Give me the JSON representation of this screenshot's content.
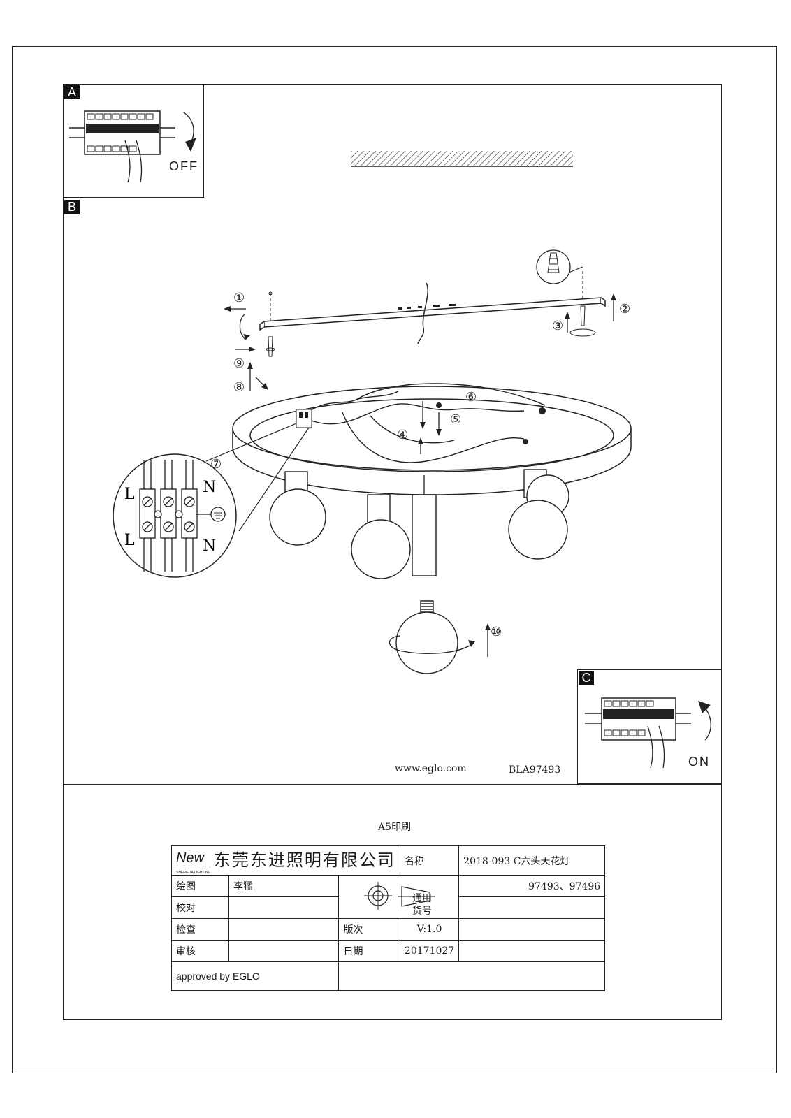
{
  "panels": {
    "a": {
      "label": "A",
      "switch_text": "OFF"
    },
    "b": {
      "label": "B"
    },
    "c": {
      "label": "C",
      "switch_text": "ON"
    }
  },
  "steps": [
    "①",
    "②",
    "③",
    "④",
    "⑤",
    "⑥",
    "⑦",
    "⑧",
    "⑨",
    "⑩"
  ],
  "wiring": {
    "l_top": "L",
    "n_top": "N",
    "l_bottom": "L",
    "n_bottom": "N"
  },
  "footer": {
    "website": "www.eglo.com",
    "doc_code": "BLA97493",
    "print_note": "A5印刷"
  },
  "title_block": {
    "logo_text": "New",
    "logo_sub": "SHENGDA LIGHTING",
    "company": "东莞东进照明有限公司",
    "name_label": "名称",
    "name_value": "2018-093 C六头天花灯",
    "drawn_label": "绘图",
    "drawn_value": "李猛",
    "item_label": "货号",
    "item_value": "97493、97496",
    "check_label": "校对",
    "inspect_label": "检查",
    "version_label": "版次",
    "version_value": "V:1.0",
    "general_label": "通用\n货号",
    "review_label": "审核",
    "date_label": "日期",
    "date_value": "20171027",
    "approved": "approved by EGLO"
  }
}
